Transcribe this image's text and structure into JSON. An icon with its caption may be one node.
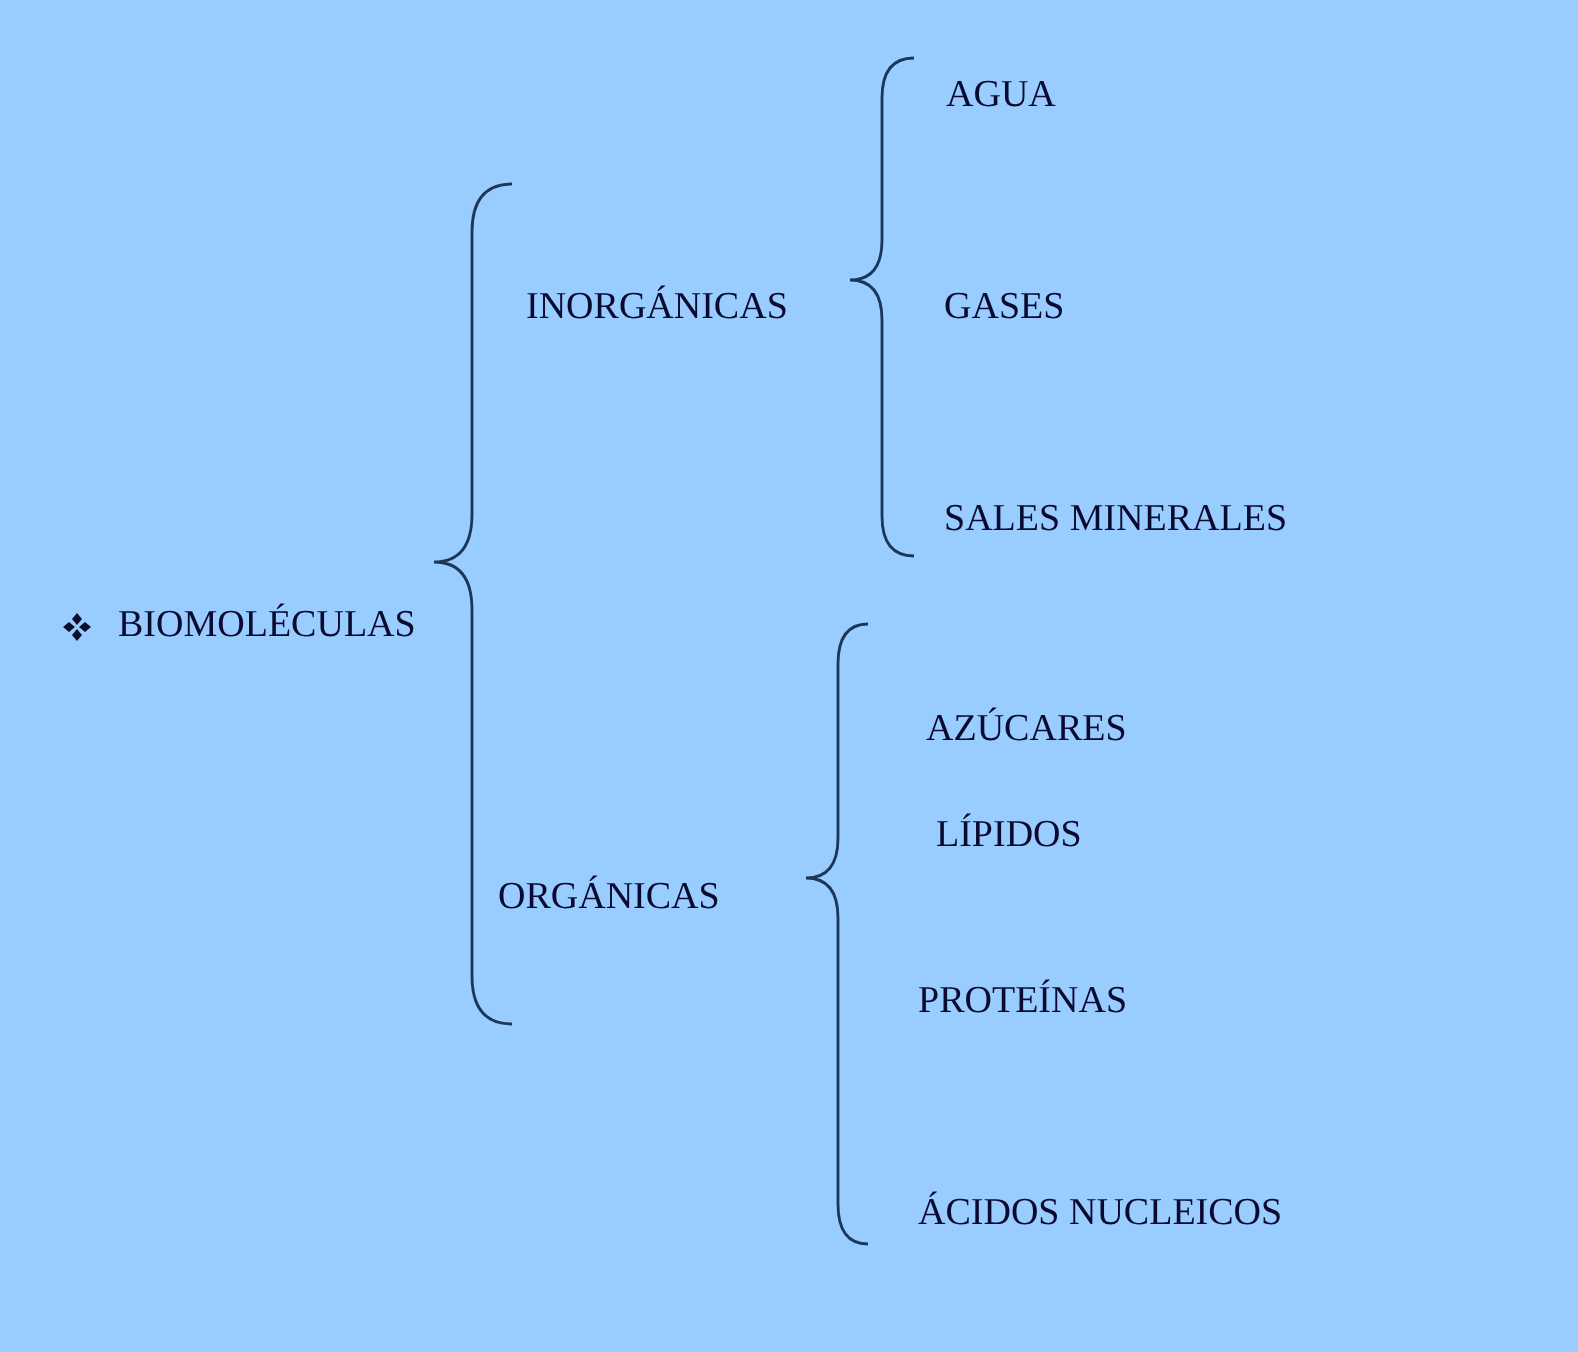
{
  "diagram": {
    "labels": [
      "BIOMOLÉCULAS",
      "INORGÁNICAS",
      "AGUA",
      "GASES",
      "SALES MINERALES",
      "ORGÁNICAS",
      "AZÚCARES",
      "LÍPIDOS",
      "PROTEÍNAS",
      "ÁCIDOS NUCLEICOS"
    ]
  }
}
